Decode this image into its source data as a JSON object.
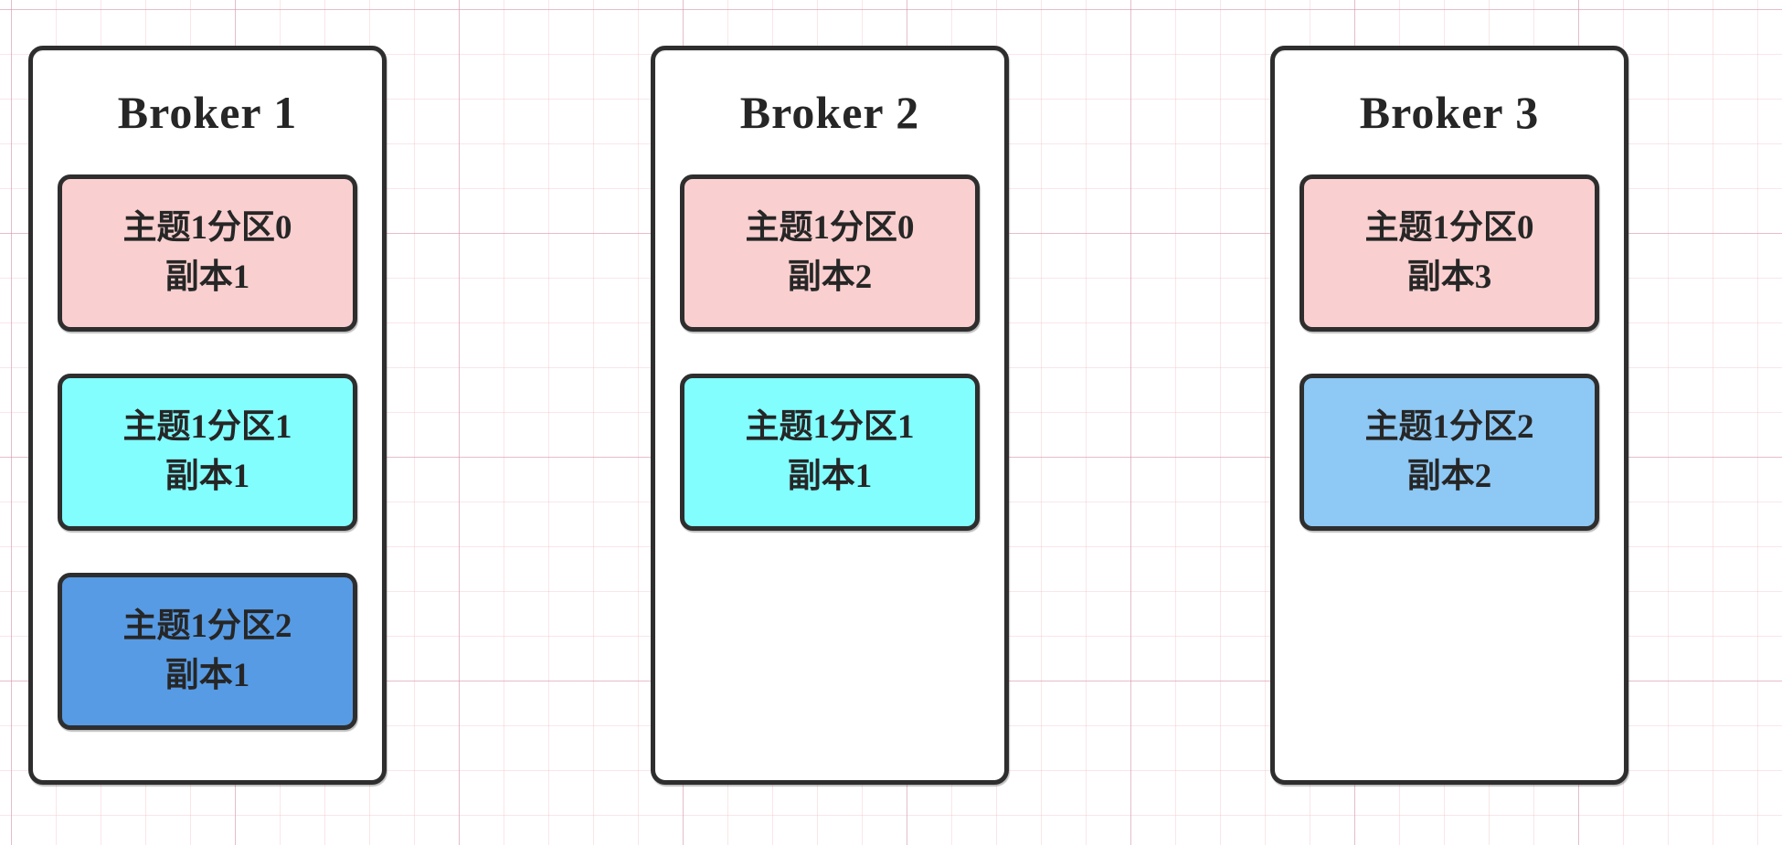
{
  "diagram": {
    "description_colors": {
      "partition0_fill": "#f9cfcf",
      "partition1_fill": "#82feff",
      "partition2_replica1_fill": "#579be4",
      "partition2_replica2_fill": "#8ec8f4",
      "node_border": "#2e2e2e",
      "text": "#262626"
    },
    "brokers": [
      {
        "title": "Broker 1",
        "partitions": [
          {
            "topic_line": "主题1分区0",
            "replica_line": "副本1",
            "fill": "#f9cfcf"
          },
          {
            "topic_line": "主题1分区1",
            "replica_line": "副本1",
            "fill": "#82feff"
          },
          {
            "topic_line": "主题1分区2",
            "replica_line": "副本1",
            "fill": "#579be4"
          }
        ]
      },
      {
        "title": "Broker 2",
        "partitions": [
          {
            "topic_line": "主题1分区0",
            "replica_line": "副本2",
            "fill": "#f9cfcf"
          },
          {
            "topic_line": "主题1分区1",
            "replica_line": "副本1",
            "fill": "#82feff"
          }
        ]
      },
      {
        "title": "Broker 3",
        "partitions": [
          {
            "topic_line": "主题1分区0",
            "replica_line": "副本3",
            "fill": "#f9cfcf"
          },
          {
            "topic_line": "主题1分区2",
            "replica_line": "副本2",
            "fill": "#8ec8f4"
          }
        ]
      }
    ]
  }
}
